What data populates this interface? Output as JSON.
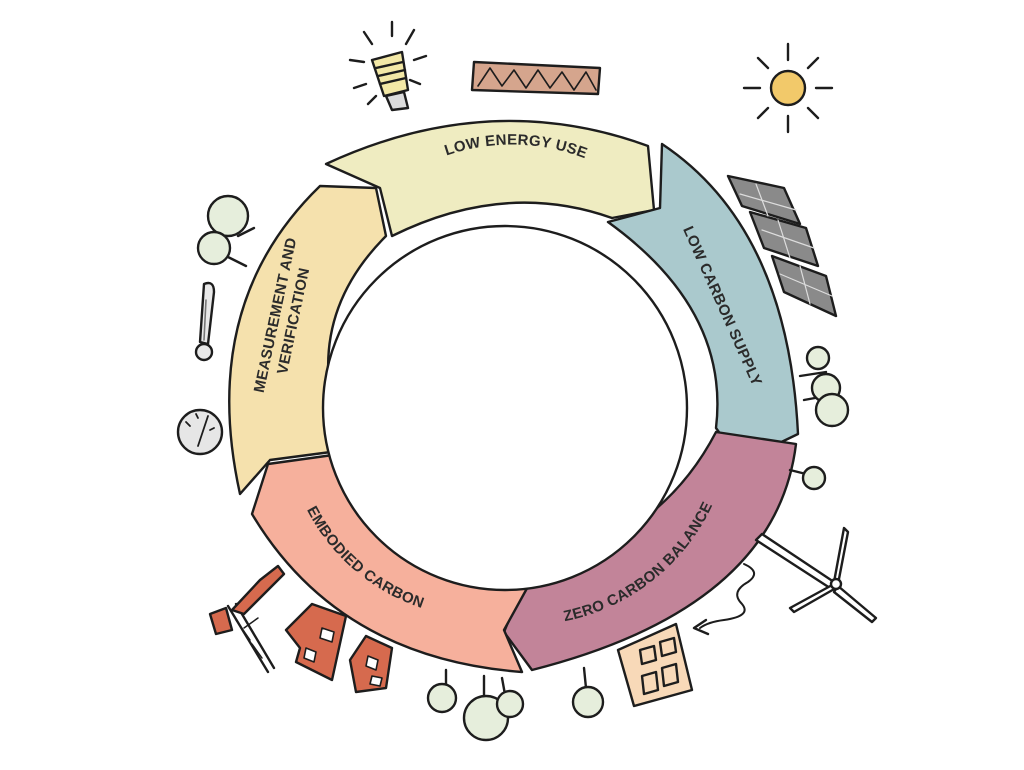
{
  "diagram": {
    "segments": [
      {
        "id": "low-energy-use",
        "label": "LOW ENERGY USE",
        "color": "#efecc1"
      },
      {
        "id": "low-carbon-supply",
        "label": "LOW CARBON SUPPLY",
        "color": "#aac9cd"
      },
      {
        "id": "zero-carbon-balance",
        "label": "ZERO CARBON BALANCE",
        "color": "#c28499"
      },
      {
        "id": "embodied-carbon",
        "label": "EMBODIED CARBON",
        "color": "#f6b09c"
      },
      {
        "id": "measurement-verification",
        "label_line1": "MEASUREMENT AND",
        "label_line2": "VERIFICATION",
        "color": "#f5e1ad"
      }
    ],
    "icons": [
      "light-bulb-icon",
      "insulation-icon",
      "sun-icon",
      "solar-panel-icon",
      "tree-icon",
      "wind-turbine-icon",
      "house-icon",
      "crane-icon",
      "factory-icon",
      "thermometer-icon",
      "meter-icon"
    ],
    "colors": {
      "ink": "#1d1d1d",
      "sun": "#f2c96a",
      "tree": "#e6eedc",
      "brick": "#d66a4e",
      "house": "#f8d9b8",
      "panel": "#7f7f7f"
    }
  }
}
